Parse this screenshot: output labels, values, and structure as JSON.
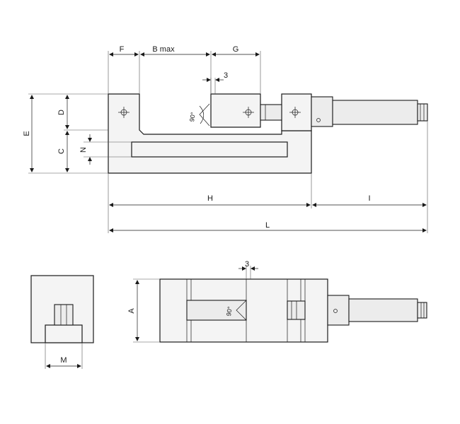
{
  "labels": {
    "F": "F",
    "B": "B max",
    "G": "G",
    "gap_top": "3",
    "angle_top": "90°",
    "D": "D",
    "E": "E",
    "C": "C",
    "N": "N",
    "H": "H",
    "I": "I",
    "L": "L",
    "gap_bottom": "3",
    "angle_bottom": "90°",
    "A": "A",
    "M": "M"
  }
}
